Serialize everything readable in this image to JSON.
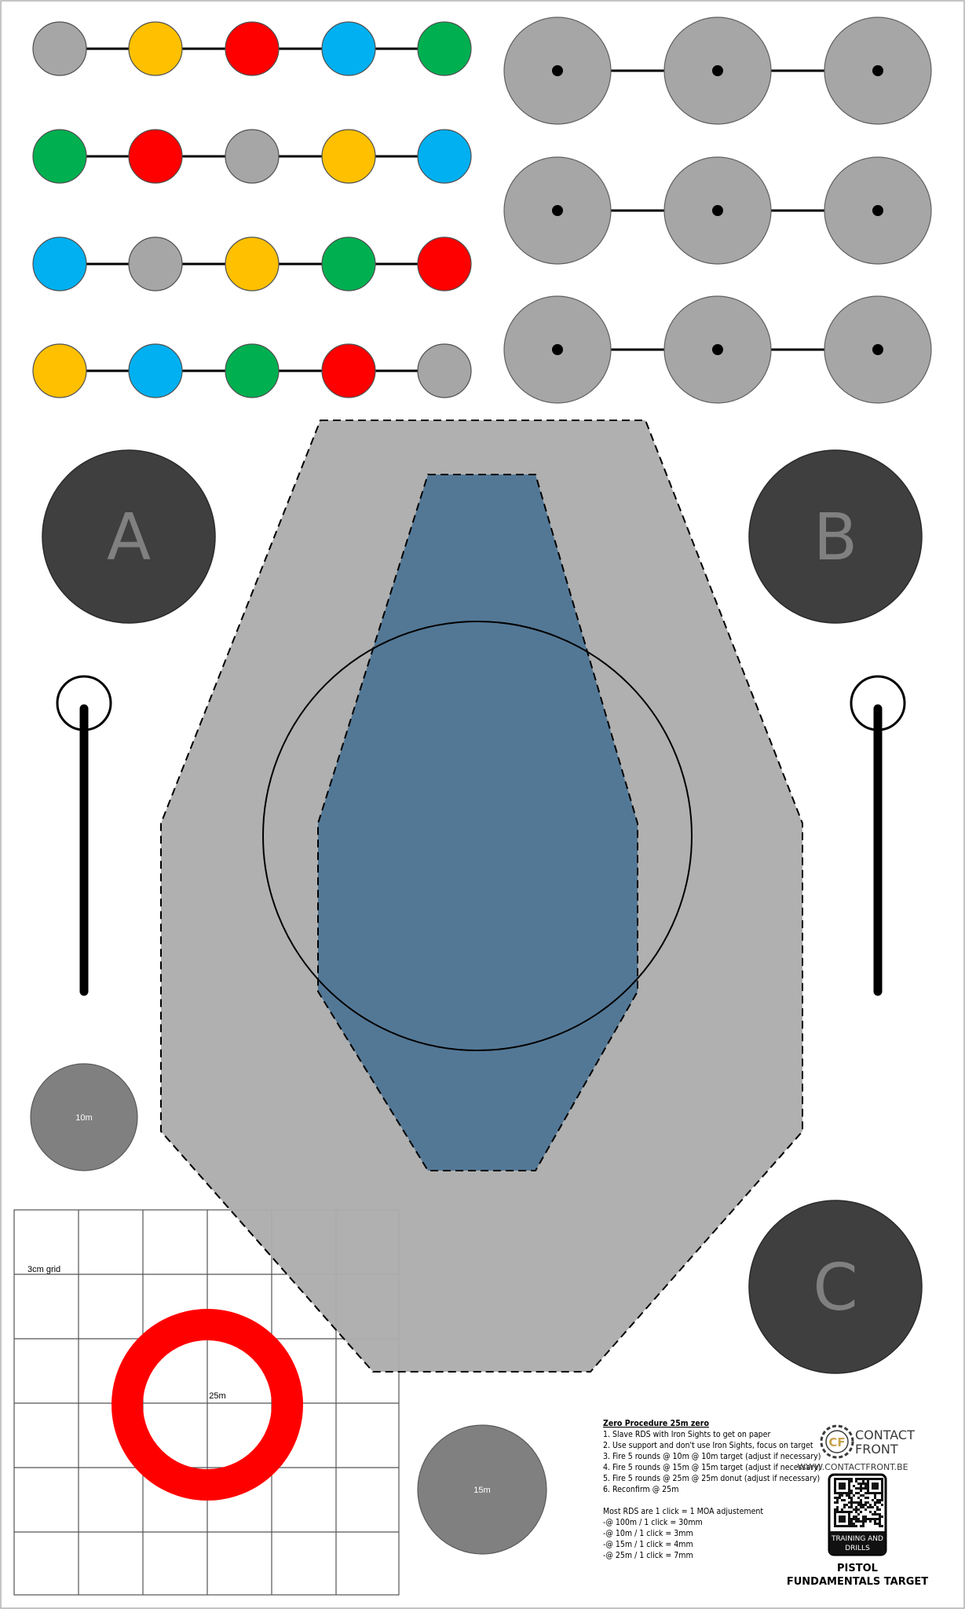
{
  "colors": {
    "gray": "#a6a6a6",
    "yellow": "#ffc000",
    "red": "#ff0000",
    "blue": "#00b0f0",
    "green": "#00b050",
    "silhouette_outer": "#adadad",
    "silhouette_inner": "#537896",
    "dark_circle": "#3f3f3f",
    "letter": "#808080",
    "distance_disc": "#808080",
    "ring": "#ff0000"
  },
  "dot_rows": [
    [
      "gray",
      "yellow",
      "red",
      "blue",
      "green"
    ],
    [
      "green",
      "red",
      "gray",
      "yellow",
      "blue"
    ],
    [
      "blue",
      "gray",
      "yellow",
      "green",
      "red"
    ],
    [
      "yellow",
      "blue",
      "green",
      "red",
      "gray"
    ]
  ],
  "letters": {
    "a": "A",
    "b": "B",
    "c": "C"
  },
  "distance_labels": {
    "d10": "10m",
    "d15": "15m",
    "d25": "25m"
  },
  "grid_label": "3cm grid",
  "procedure": {
    "title": "Zero Procedure 25m zero",
    "steps": [
      "1. Slave RDS with Iron Sights to get on paper",
      "2. Use support and don't use Iron Sights, focus on target",
      "3. Fire 5 rounds @ 10m @ 10m target (adjust if necessary)",
      "4. Fire 5 rounds @ 15m @ 15m target (adjust if necessary)",
      "5. Fire 5 rounds @ 25m @ 25m donut (adjust if necessary)",
      "6. Reconfirm @ 25m"
    ],
    "note": "Most RDS are 1 click = 1 MOA adjustement",
    "clicks": [
      "-@ 100m / 1 click = 30mm",
      "-@ 10m / 1 click = 3mm",
      "-@ 15m / 1 click = 4mm",
      "-@ 25m / 1 click = 7mm"
    ]
  },
  "brand": {
    "logo_letters": "CF",
    "name_line1": "CONTACT",
    "name_line2": "FRONT",
    "url": "WWW.CONTACTFRONT.BE",
    "qr_caption_line1": "TRAINING AND",
    "qr_caption_line2": "DRILLS",
    "title_line1": "PISTOL",
    "title_line2": "FUNDAMENTALS TARGET"
  }
}
